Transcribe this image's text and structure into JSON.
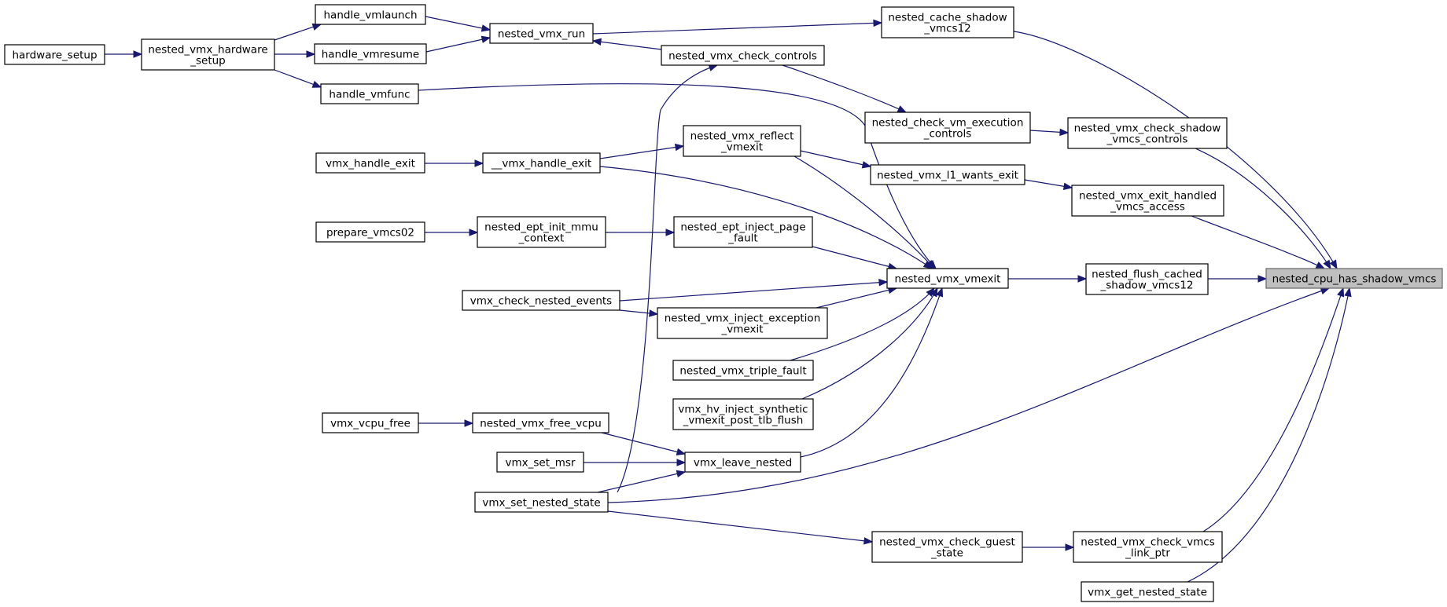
{
  "diagram": {
    "title": "",
    "colors": {
      "edge": "#191970",
      "node_border": "#000000",
      "root_fill": "#bfbfbf",
      "node_fill": "#ffffff"
    },
    "nodes": [
      {
        "id": "nested_cpu_has_shadow_vmcs",
        "lines": [
          "nested_cpu_has_shadow_vmcs"
        ],
        "root": true
      },
      {
        "id": "nested_cache_shadow_vmcs12",
        "lines": [
          "nested_cache_shadow",
          "_vmcs12"
        ]
      },
      {
        "id": "nested_vmx_check_shadow_vmcs_controls",
        "lines": [
          "nested_vmx_check_shadow",
          "_vmcs_controls"
        ]
      },
      {
        "id": "nested_vmx_exit_handled_vmcs_access",
        "lines": [
          "nested_vmx_exit_handled",
          "_vmcs_access"
        ]
      },
      {
        "id": "nested_flush_cached_shadow_vmcs12",
        "lines": [
          "nested_flush_cached",
          "_shadow_vmcs12"
        ]
      },
      {
        "id": "nested_vmx_check_vmcs_link_ptr",
        "lines": [
          "nested_vmx_check_vmcs",
          "_link_ptr"
        ]
      },
      {
        "id": "vmx_get_nested_state",
        "lines": [
          "vmx_get_nested_state"
        ]
      },
      {
        "id": "nested_vmx_run",
        "lines": [
          "nested_vmx_run"
        ]
      },
      {
        "id": "nested_check_vm_execution_controls",
        "lines": [
          "nested_check_vm_execution",
          "_controls"
        ]
      },
      {
        "id": "nested_vmx_l1_wants_exit",
        "lines": [
          "nested_vmx_l1_wants_exit"
        ]
      },
      {
        "id": "nested_vmx_vmexit",
        "lines": [
          "nested_vmx_vmexit"
        ]
      },
      {
        "id": "nested_vmx_check_guest_state",
        "lines": [
          "nested_vmx_check_guest",
          "_state"
        ]
      },
      {
        "id": "handle_vmlaunch",
        "lines": [
          "handle_vmlaunch"
        ]
      },
      {
        "id": "handle_vmresume",
        "lines": [
          "handle_vmresume"
        ]
      },
      {
        "id": "nested_vmx_check_controls",
        "lines": [
          "nested_vmx_check_controls"
        ]
      },
      {
        "id": "nested_vmx_hardware_setup",
        "lines": [
          "nested_vmx_hardware",
          "_setup"
        ]
      },
      {
        "id": "hardware_setup",
        "lines": [
          "hardware_setup"
        ]
      },
      {
        "id": "handle_vmfunc",
        "lines": [
          "handle_vmfunc"
        ]
      },
      {
        "id": "nested_vmx_reflect_vmexit",
        "lines": [
          "nested_vmx_reflect",
          "_vmexit"
        ]
      },
      {
        "id": "__vmx_handle_exit",
        "lines": [
          "__vmx_handle_exit"
        ]
      },
      {
        "id": "vmx_handle_exit",
        "lines": [
          "vmx_handle_exit"
        ]
      },
      {
        "id": "nested_ept_inject_page_fault",
        "lines": [
          "nested_ept_inject_page",
          "_fault"
        ]
      },
      {
        "id": "nested_ept_init_mmu_context",
        "lines": [
          "nested_ept_init_mmu",
          "_context"
        ]
      },
      {
        "id": "prepare_vmcs02",
        "lines": [
          "prepare_vmcs02"
        ]
      },
      {
        "id": "vmx_check_nested_events",
        "lines": [
          "vmx_check_nested_events"
        ]
      },
      {
        "id": "nested_vmx_inject_exception_vmexit",
        "lines": [
          "nested_vmx_inject_exception",
          "_vmexit"
        ]
      },
      {
        "id": "nested_vmx_triple_fault",
        "lines": [
          "nested_vmx_triple_fault"
        ]
      },
      {
        "id": "vmx_hv_inject_synthetic_vmexit_post_tlb_flush",
        "lines": [
          "vmx_hv_inject_synthetic",
          "_vmexit_post_tlb_flush"
        ]
      },
      {
        "id": "vmx_leave_nested",
        "lines": [
          "vmx_leave_nested"
        ]
      },
      {
        "id": "nested_vmx_free_vcpu",
        "lines": [
          "nested_vmx_free_vcpu"
        ]
      },
      {
        "id": "vmx_vcpu_free",
        "lines": [
          "vmx_vcpu_free"
        ]
      },
      {
        "id": "vmx_set_msr",
        "lines": [
          "vmx_set_msr"
        ]
      },
      {
        "id": "vmx_set_nested_state",
        "lines": [
          "vmx_set_nested_state"
        ]
      }
    ],
    "edges": [
      {
        "from": "nested_cache_shadow_vmcs12",
        "to": "nested_cpu_has_shadow_vmcs"
      },
      {
        "from": "nested_vmx_check_shadow_vmcs_controls",
        "to": "nested_cpu_has_shadow_vmcs"
      },
      {
        "from": "nested_vmx_exit_handled_vmcs_access",
        "to": "nested_cpu_has_shadow_vmcs"
      },
      {
        "from": "nested_flush_cached_shadow_vmcs12",
        "to": "nested_cpu_has_shadow_vmcs"
      },
      {
        "from": "vmx_set_nested_state",
        "to": "nested_cpu_has_shadow_vmcs"
      },
      {
        "from": "nested_vmx_check_vmcs_link_ptr",
        "to": "nested_cpu_has_shadow_vmcs"
      },
      {
        "from": "vmx_get_nested_state",
        "to": "nested_cpu_has_shadow_vmcs"
      },
      {
        "from": "nested_vmx_run",
        "to": "nested_cache_shadow_vmcs12"
      },
      {
        "from": "nested_check_vm_execution_controls",
        "to": "nested_vmx_check_shadow_vmcs_controls"
      },
      {
        "from": "nested_vmx_l1_wants_exit",
        "to": "nested_vmx_exit_handled_vmcs_access"
      },
      {
        "from": "nested_vmx_vmexit",
        "to": "nested_flush_cached_shadow_vmcs12"
      },
      {
        "from": "nested_vmx_check_guest_state",
        "to": "nested_vmx_check_vmcs_link_ptr"
      },
      {
        "from": "handle_vmlaunch",
        "to": "nested_vmx_run"
      },
      {
        "from": "handle_vmresume",
        "to": "nested_vmx_run"
      },
      {
        "from": "nested_vmx_check_controls",
        "to": "nested_check_vm_execution_controls"
      },
      {
        "from": "nested_vmx_reflect_vmexit",
        "to": "nested_vmx_l1_wants_exit"
      },
      {
        "from": "handle_vmfunc",
        "to": "nested_vmx_vmexit"
      },
      {
        "from": "nested_vmx_reflect_vmexit",
        "to": "nested_vmx_vmexit"
      },
      {
        "from": "__vmx_handle_exit",
        "to": "nested_vmx_vmexit"
      },
      {
        "from": "nested_ept_inject_page_fault",
        "to": "nested_vmx_vmexit"
      },
      {
        "from": "vmx_check_nested_events",
        "to": "nested_vmx_vmexit"
      },
      {
        "from": "nested_vmx_inject_exception_vmexit",
        "to": "nested_vmx_vmexit"
      },
      {
        "from": "nested_vmx_triple_fault",
        "to": "nested_vmx_vmexit"
      },
      {
        "from": "vmx_hv_inject_synthetic_vmexit_post_tlb_flush",
        "to": "nested_vmx_vmexit"
      },
      {
        "from": "vmx_leave_nested",
        "to": "nested_vmx_vmexit"
      },
      {
        "from": "vmx_set_nested_state",
        "to": "nested_vmx_check_guest_state"
      },
      {
        "from": "nested_vmx_hardware_setup",
        "to": "handle_vmlaunch"
      },
      {
        "from": "nested_vmx_hardware_setup",
        "to": "handle_vmresume"
      },
      {
        "from": "nested_vmx_check_controls",
        "to": "nested_vmx_run"
      },
      {
        "from": "vmx_set_nested_state",
        "to": "nested_vmx_check_controls"
      },
      {
        "from": "hardware_setup",
        "to": "nested_vmx_hardware_setup"
      },
      {
        "from": "nested_vmx_hardware_setup",
        "to": "handle_vmfunc"
      },
      {
        "from": "__vmx_handle_exit",
        "to": "nested_vmx_reflect_vmexit"
      },
      {
        "from": "vmx_handle_exit",
        "to": "__vmx_handle_exit"
      },
      {
        "from": "nested_ept_init_mmu_context",
        "to": "nested_ept_inject_page_fault"
      },
      {
        "from": "prepare_vmcs02",
        "to": "nested_ept_init_mmu_context"
      },
      {
        "from": "vmx_check_nested_events",
        "to": "nested_vmx_inject_exception_vmexit"
      },
      {
        "from": "nested_vmx_free_vcpu",
        "to": "vmx_leave_nested"
      },
      {
        "from": "vmx_set_msr",
        "to": "vmx_leave_nested"
      },
      {
        "from": "vmx_set_nested_state",
        "to": "vmx_leave_nested"
      },
      {
        "from": "vmx_vcpu_free",
        "to": "nested_vmx_free_vcpu"
      }
    ]
  }
}
